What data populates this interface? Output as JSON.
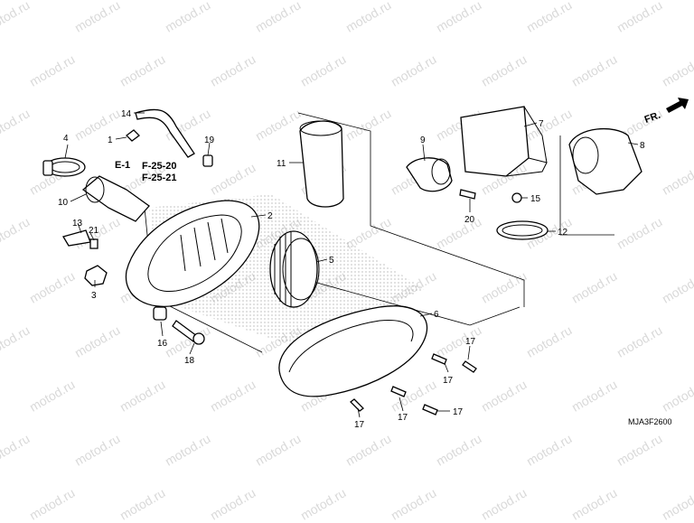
{
  "watermark_text": "motod.ru",
  "diagram_code": "MJA3F2600",
  "direction_marker": "FR.",
  "references": [
    "E-1",
    "F-25-20",
    "F-25-21"
  ],
  "callouts": {
    "n1": "1",
    "n2": "2",
    "n3": "3",
    "n4": "4",
    "n5": "5",
    "n6": "6",
    "n7": "7",
    "n8": "8",
    "n9": "9",
    "n10": "10",
    "n11": "11",
    "n12": "12",
    "n13": "13",
    "n14": "14",
    "n15": "15",
    "n16": "16",
    "n17": "17",
    "n18": "18",
    "n19": "19",
    "n20": "20",
    "n21": "21"
  },
  "colors": {
    "line": "#000000",
    "watermark": "#d9d9d9",
    "shading": "#bfbfbf"
  }
}
